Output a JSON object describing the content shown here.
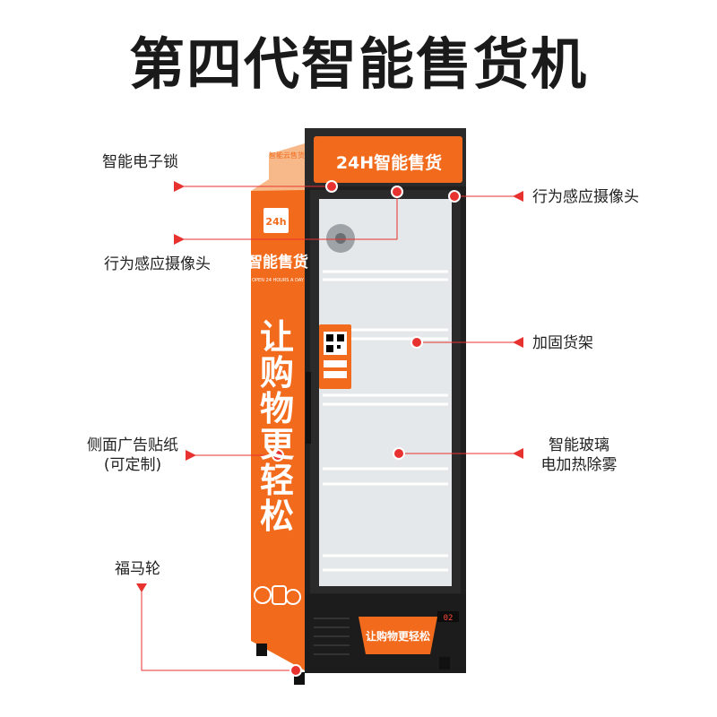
{
  "title": "第四代智能售货机",
  "machine": {
    "top_sign": "24H智能售货",
    "small_sign": "智能云售货",
    "side_logo": "24h",
    "side_brand": "智能售货",
    "side_subtitle": "OPEN 24 HOURS A DAY",
    "side_slogan": "让购物更轻松",
    "base_sign": "让购物更轻松",
    "display_readout": "02"
  },
  "callouts": {
    "lock": "智能电子锁",
    "camera_right": "行为感应摄像头",
    "camera_left": "行为感应摄像头",
    "shelf": "加固货架",
    "glass_line1": "智能玻璃",
    "glass_line2": "电加热除雾",
    "sticker_line1": "侧面广告贴纸",
    "sticker_line2": "(可定制)",
    "caster": "福马轮"
  },
  "colors": {
    "accent": "#f26b1d",
    "marker": "#e8322f",
    "frame": "#1f1f1f"
  }
}
